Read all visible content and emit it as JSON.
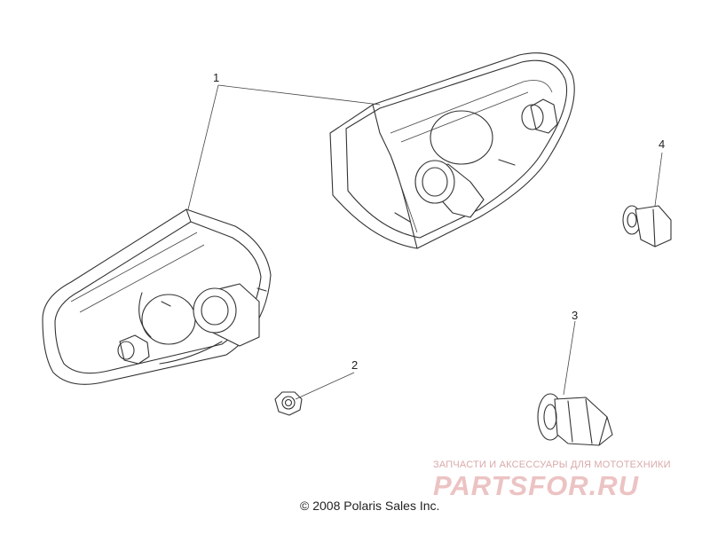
{
  "callouts": {
    "c1": "1",
    "c2": "2",
    "c3": "3",
    "c4": "4"
  },
  "copyright": "© 2008 Polaris Sales Inc.",
  "watermark": {
    "tagline": "ЗАПЧАСТИ И АКСЕССУАРЫ ДЛЯ МОТОТЕХНИКИ",
    "logo": "PARTSFOR.RU"
  },
  "colors": {
    "line": "#333333",
    "watermark": "#ecc3c3"
  }
}
